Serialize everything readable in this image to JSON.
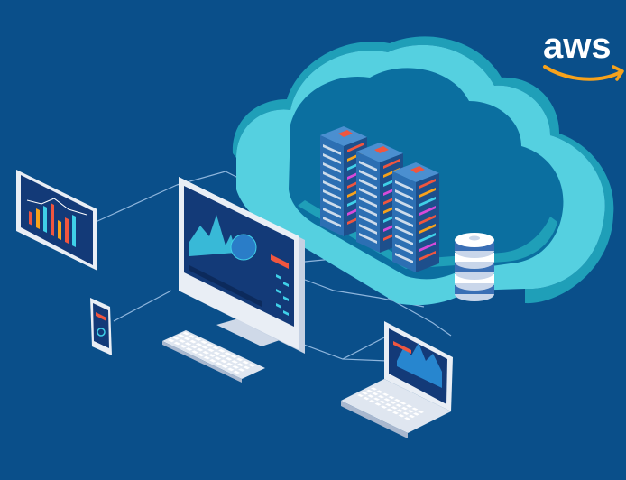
{
  "logo": {
    "text": "aws",
    "icon": "aws-smile-arrow",
    "text_color": "#ffffff",
    "arrow_color": "#f7a21b"
  },
  "colors": {
    "background": "#0a4f8a",
    "background_light": "#0f5e9e",
    "cloud_top": "#55d0e0",
    "cloud_side": "#1f9fb8",
    "cloud_inner": "#0b6fa0",
    "server_body": "#2c6fb3",
    "server_light": "#4b8fd0",
    "accent_red": "#f0563f",
    "accent_orange": "#f7a21b",
    "accent_cyan": "#3fd0e8",
    "accent_magenta": "#d74ad9",
    "device_frame": "#e9eef5",
    "device_screen": "#133a78",
    "line": "#8fb6dd"
  },
  "illustration": {
    "objects": [
      "cloud",
      "server-rack",
      "server-rack",
      "server-rack",
      "database-cylinder",
      "desktop-monitor",
      "keyboard",
      "laptop",
      "tablet",
      "smartphone"
    ]
  }
}
